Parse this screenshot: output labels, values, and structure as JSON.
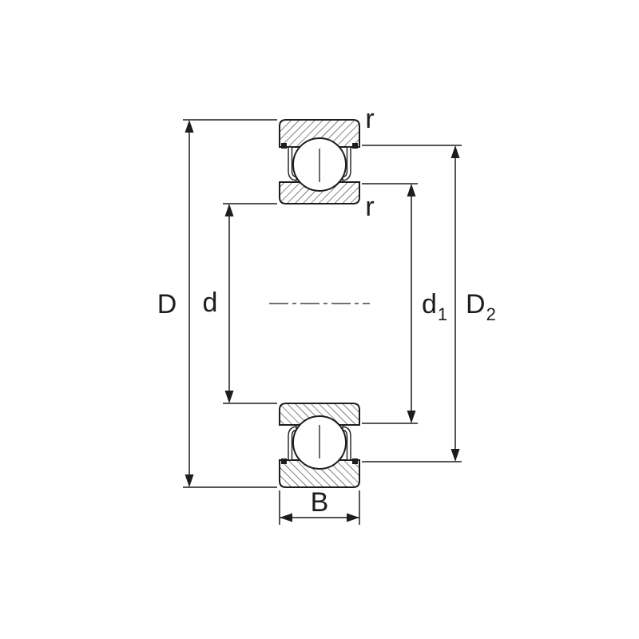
{
  "figure": {
    "labels": {
      "outer_diameter": "D",
      "bore_diameter": "d",
      "d1_base": "d",
      "d1_sub": "1",
      "D2_base": "D",
      "D2_sub": "2",
      "width": "B",
      "chamfer_outer": "r",
      "chamfer_inner": "r"
    },
    "colors": {
      "line": "#1d1d1b",
      "background": "#ffffff"
    }
  }
}
